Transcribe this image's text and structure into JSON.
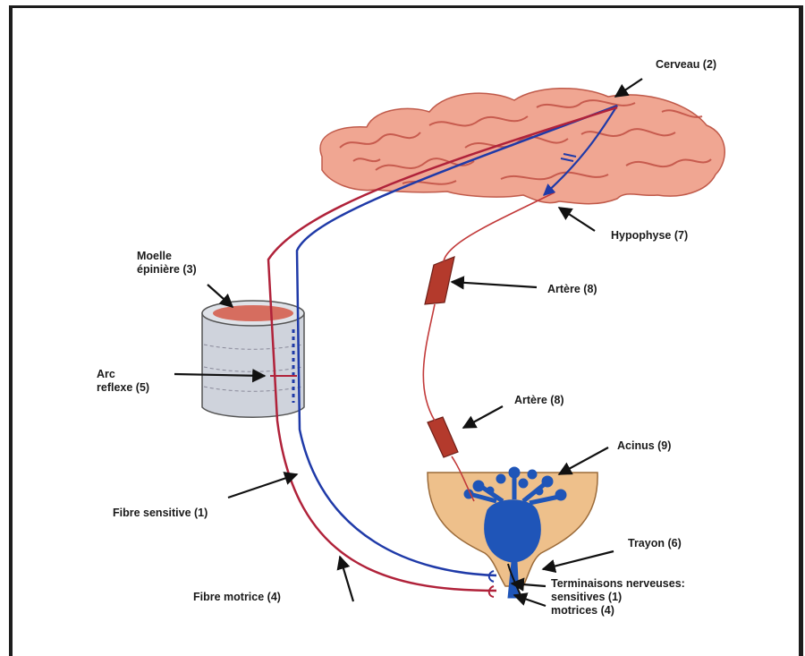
{
  "labels": {
    "cerveau": "Cerveau (2)",
    "hypophyse": "Hypophyse (7)",
    "moelle": "Moelle\népinière (3)",
    "artere_top": "Artère (8)",
    "artere_bottom": "Artère (8)",
    "arc_reflexe": "Arc\nreflexe (5)",
    "acinus": "Acinus (9)",
    "fibre_sensitive": "Fibre sensitive (1)",
    "trayon": "Trayon (6)",
    "terminaisons": "Terminaisons nerveuses:\nsensitives (1)\nmotrices (4)",
    "fibre_motrice": "Fibre motrice (4)"
  },
  "colors": {
    "sensory_nerve": "#1f3aa8",
    "motor_nerve": "#b0223a",
    "brain": "#e58a76",
    "gland": "#e8b87e",
    "duct": "#1f55b8",
    "artery": "#b43a2c",
    "spinal_cord": "#c5c9d4"
  }
}
